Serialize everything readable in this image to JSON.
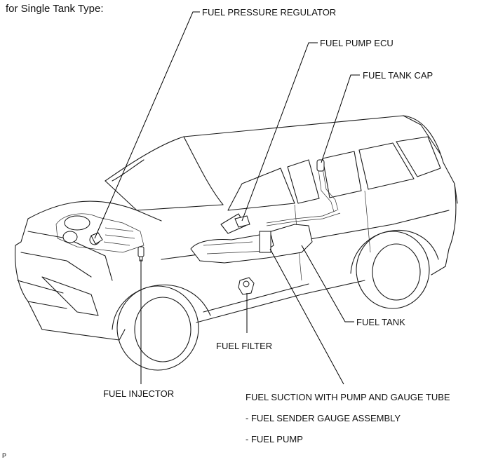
{
  "caption": "for Single Tank Type:",
  "labels": {
    "fuel_pressure_regulator": "FUEL PRESSURE REGULATOR",
    "fuel_pump_ecu": "FUEL PUMP ECU",
    "fuel_tank_cap": "FUEL TANK CAP",
    "fuel_tank": "FUEL TANK",
    "fuel_filter": "FUEL FILTER",
    "fuel_injector": "FUEL INJECTOR",
    "fuel_suction": "FUEL SUCTION WITH PUMP AND GAUGE TUBE",
    "fuel_sender_gauge": "- FUEL SENDER GAUGE ASSEMBLY",
    "fuel_pump": "- FUEL PUMP"
  },
  "corner_mark": "P"
}
